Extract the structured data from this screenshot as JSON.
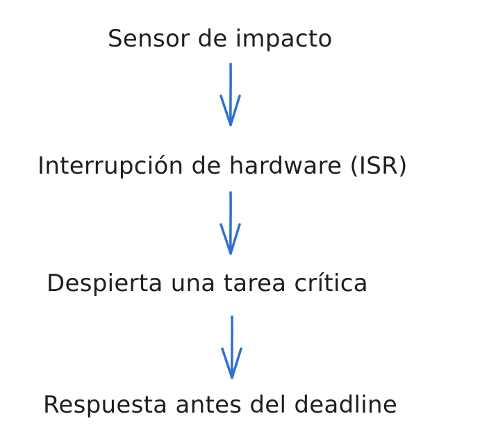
{
  "diagram": {
    "arrow_color": "#2f6fcf",
    "text_color": "#1e1e1e",
    "steps": [
      "Sensor de impacto",
      "Interrupción de hardware (ISR)",
      "Despierta una tarea crítica",
      "Respuesta antes del deadline"
    ]
  }
}
